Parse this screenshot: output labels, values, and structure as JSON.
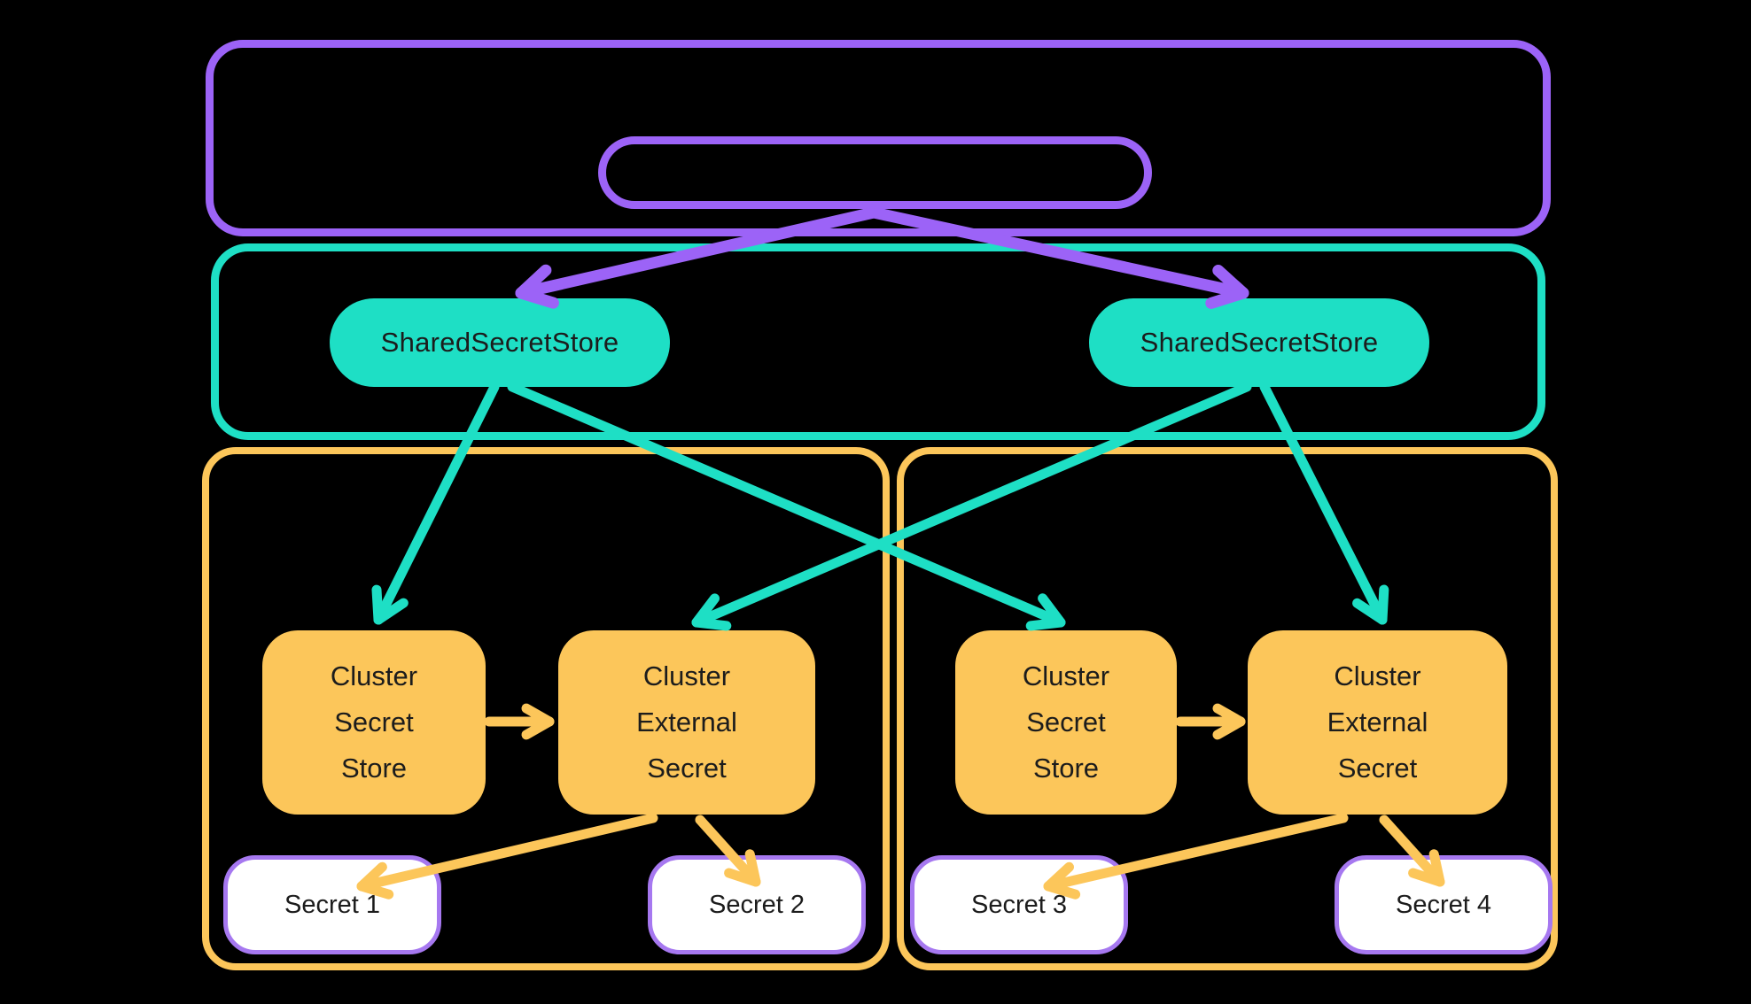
{
  "diagram": {
    "colors": {
      "background": "#000000",
      "purple": "#9C63F7",
      "teal": "#1EDFC5",
      "yellow": "#FCC65A",
      "secret_border": "#A678F0",
      "node_text": "#1C1C1C",
      "secret_fill": "#FFFFFF"
    },
    "nodes": {
      "sss_left": {
        "label": "SharedSecretStore"
      },
      "sss_right": {
        "label": "SharedSecretStore"
      },
      "css_left": {
        "label": "Cluster Secret Store"
      },
      "ces_left": {
        "label": "Cluster External Secret"
      },
      "css_right": {
        "label": "Cluster Secret Store"
      },
      "ces_right": {
        "label": "Cluster External Secret"
      },
      "secret_1": {
        "label": "Secret 1"
      },
      "secret_2": {
        "label": "Secret 2"
      },
      "secret_3": {
        "label": "Secret 3"
      },
      "secret_4": {
        "label": "Secret 4"
      }
    },
    "edges": [
      {
        "from": "control-plane-pill",
        "to": "shared-secret-store-left",
        "color": "purple"
      },
      {
        "from": "control-plane-pill",
        "to": "shared-secret-store-right",
        "color": "purple"
      },
      {
        "from": "shared-secret-store-left",
        "to": "cluster-secret-store-left",
        "color": "teal"
      },
      {
        "from": "shared-secret-store-left",
        "to": "cluster-secret-store-right",
        "color": "teal"
      },
      {
        "from": "shared-secret-store-right",
        "to": "cluster-external-secret-right",
        "color": "teal"
      },
      {
        "from": "shared-secret-store-right",
        "to": "cluster-external-secret-left",
        "color": "teal"
      },
      {
        "from": "cluster-secret-store-left",
        "to": "cluster-external-secret-left",
        "color": "yellow"
      },
      {
        "from": "cluster-secret-store-right",
        "to": "cluster-external-secret-right",
        "color": "yellow"
      },
      {
        "from": "cluster-external-secret-left",
        "to": "secret-1",
        "color": "yellow"
      },
      {
        "from": "cluster-external-secret-left",
        "to": "secret-2",
        "color": "yellow"
      },
      {
        "from": "cluster-external-secret-right",
        "to": "secret-3",
        "color": "yellow"
      },
      {
        "from": "cluster-external-secret-right",
        "to": "secret-4",
        "color": "yellow"
      }
    ]
  }
}
